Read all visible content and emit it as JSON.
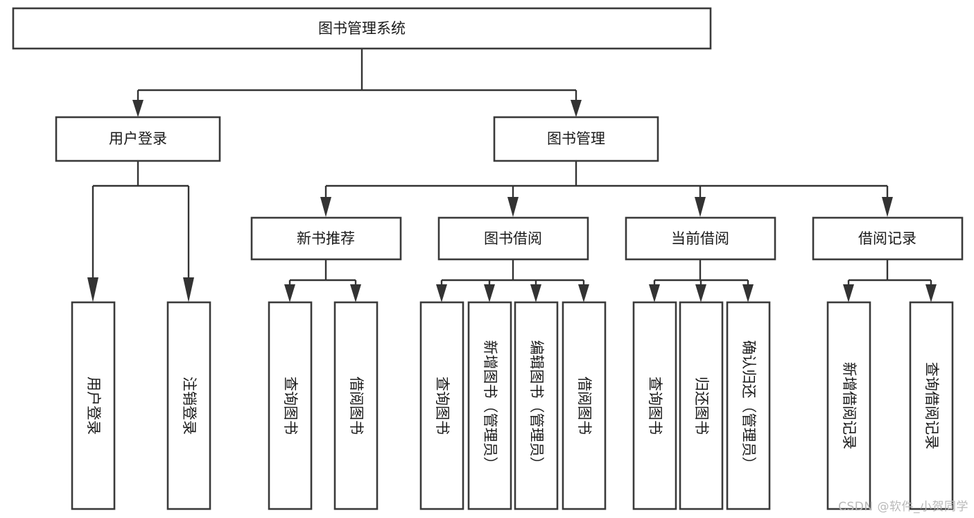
{
  "diagram": {
    "title": "图书管理系统",
    "type": "tree-hierarchy",
    "watermark": "CSDN @软件_小贺同学",
    "root": {
      "label": "图书管理系统"
    },
    "level2": [
      {
        "label": "用户登录"
      },
      {
        "label": "图书管理"
      }
    ],
    "level3": [
      {
        "label": "新书推荐"
      },
      {
        "label": "图书借阅"
      },
      {
        "label": "当前借阅"
      },
      {
        "label": "借阅记录"
      }
    ],
    "leaves": {
      "user_login": [
        {
          "label": "用户登录"
        },
        {
          "label": "注销登录"
        }
      ],
      "new_book_recommend": [
        {
          "label": "查询图书"
        },
        {
          "label": "借阅图书"
        }
      ],
      "book_borrow": [
        {
          "label": "查询图书"
        },
        {
          "label": "新增图书（管理员）"
        },
        {
          "label": "编辑图书（管理员）"
        },
        {
          "label": "借阅图书"
        }
      ],
      "current_borrow": [
        {
          "label": "查询图书"
        },
        {
          "label": "归还图书"
        },
        {
          "label": "确认归还（管理员）"
        }
      ],
      "borrow_record": [
        {
          "label": "新增借阅记录"
        },
        {
          "label": "查询借阅记录"
        }
      ]
    },
    "colors": {
      "box_stroke": "#3a3a3a",
      "connector": "#333333",
      "text": "#1a1a1a",
      "background": "#ffffff",
      "watermark": "#b9b9b9"
    }
  }
}
